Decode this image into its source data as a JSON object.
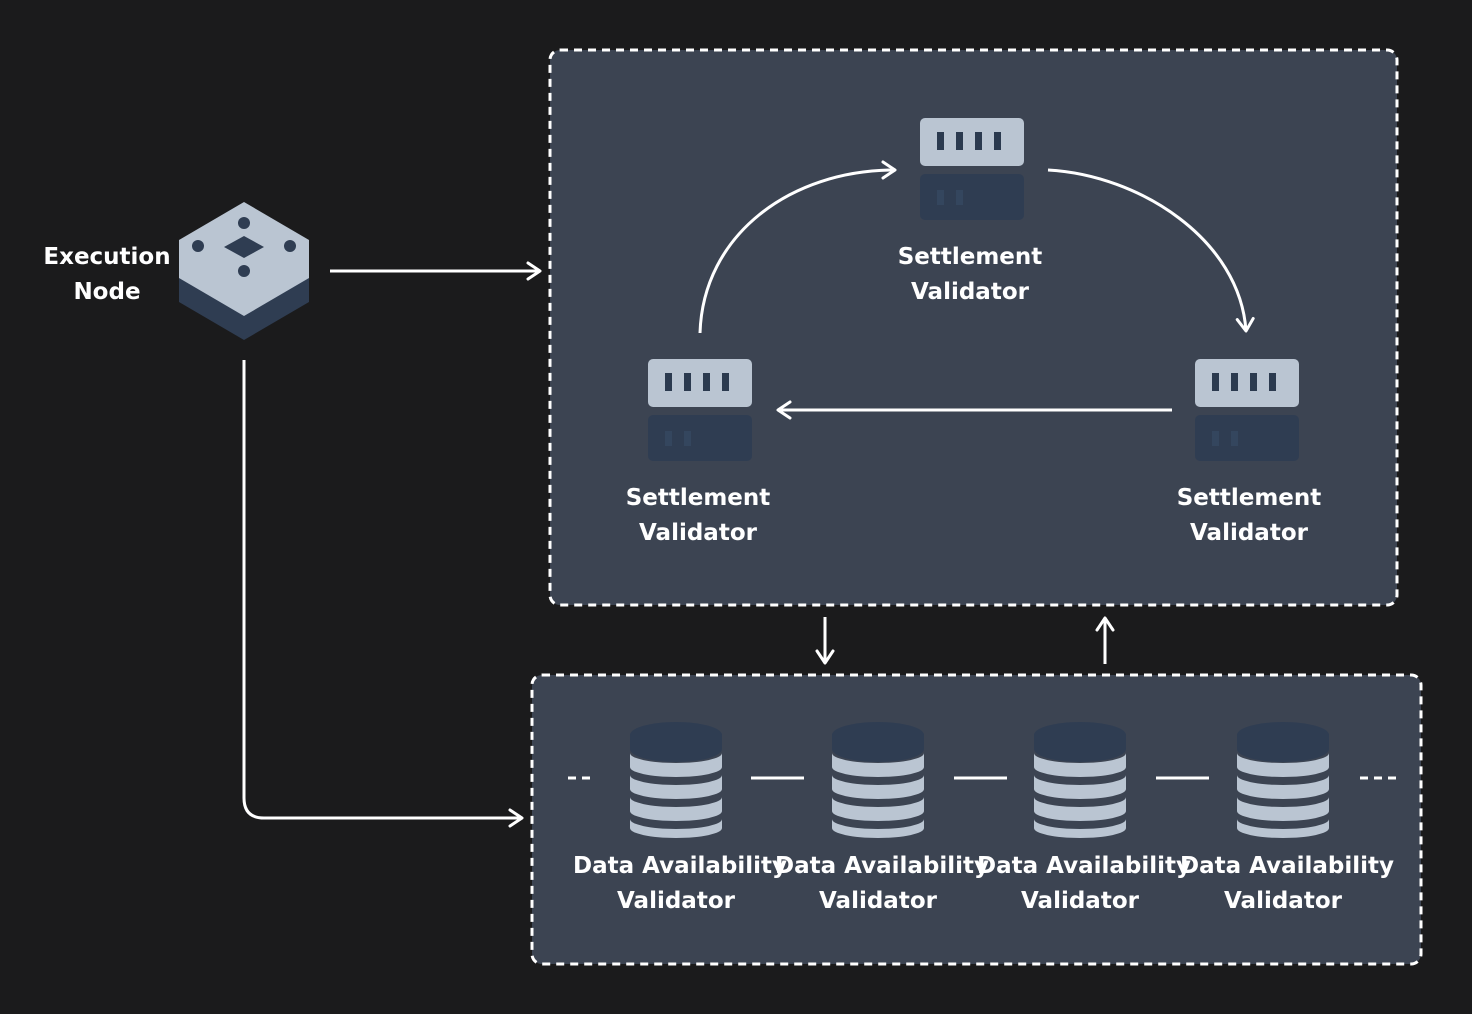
{
  "colors": {
    "background": "#1b1b1c",
    "panel": "#3c4452",
    "dashed_border": "#ffffff",
    "icon_light": "#bac5d2",
    "icon_dark": "#2f3d52",
    "icon_detail": "#2b3a4f",
    "arrow": "#ffffff",
    "text": "#ffffff"
  },
  "execution_node": {
    "line1": "Execution",
    "line2": "Node",
    "icon": "execution-node-cube-icon"
  },
  "settlement_cluster": {
    "validators": [
      {
        "line1": "Settlement",
        "line2": "Validator",
        "icon": "server-icon"
      },
      {
        "line1": "Settlement",
        "line2": "Validator",
        "icon": "server-icon"
      },
      {
        "line1": "Settlement",
        "line2": "Validator",
        "icon": "server-icon"
      }
    ]
  },
  "data_availability_cluster": {
    "validators": [
      {
        "line1": "Data Availability",
        "line2": "Validator",
        "icon": "database-icon"
      },
      {
        "line1": "Data Availability",
        "line2": "Validator",
        "icon": "database-icon"
      },
      {
        "line1": "Data Availability",
        "line2": "Validator",
        "icon": "database-icon"
      },
      {
        "line1": "Data Availability",
        "line2": "Validator",
        "icon": "database-icon"
      }
    ]
  }
}
